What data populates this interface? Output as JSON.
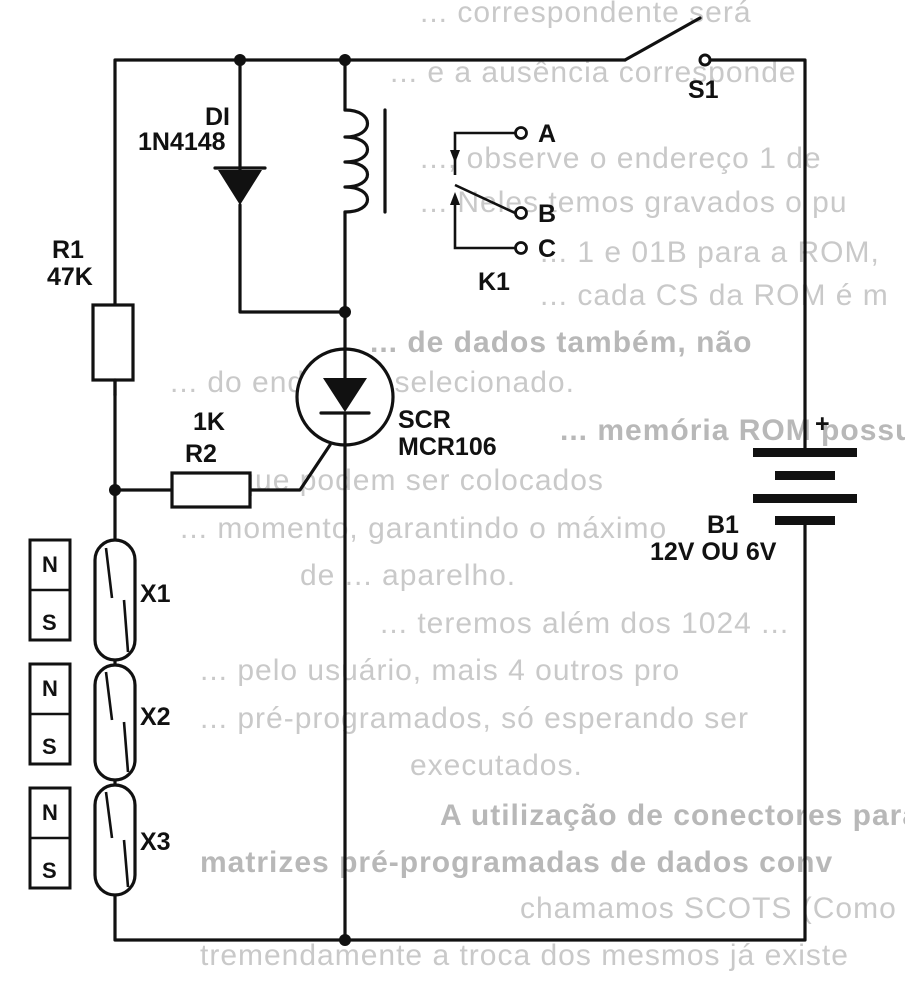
{
  "background_text": [
    "... correspondente será",
    "... e a ausência corresponde",
    "..., observe o endereço 1 de",
    "... Neles temos gravados o pu",
    "... 1 e 01B para a ROM,",
    "... cada CS da ROM é m",
    "... de dados também, não",
    "... do endereço selecionado.",
    "... memória ROM possue",
    "... que podem ser colocados",
    "... momento, garantindo o máximo",
    "de ... aparelho.",
    "... teremos além dos 1024 ...",
    "... pelo usuário, mais 4 outros pro",
    "... pré-programados, só esperando ser",
    "executados.",
    "A utilização de conectores para a ligação",
    "matrizes pré-programadas de dados conv",
    "chamamos SCOTS (Como no Apple)",
    "tremendamente a troca dos mesmos já existe"
  ],
  "labels": {
    "diode_ref": "DI",
    "diode_part": "1N4148",
    "resistor1_ref": "R1",
    "resistor1_val": "47K",
    "resistor2_val": "1K",
    "resistor2_ref": "R2",
    "scr_ref": "SCR",
    "scr_part": "MCR106",
    "relay_ref": "K1",
    "terminal_a": "A",
    "terminal_b": "B",
    "terminal_c": "C",
    "switch_ref": "S1",
    "battery_plus": "+",
    "battery_ref": "B1",
    "battery_val": "12V OU 6V",
    "reed1": "X1",
    "reed2": "X2",
    "reed3": "X3",
    "magnet_n": "N",
    "magnet_s": "S"
  }
}
